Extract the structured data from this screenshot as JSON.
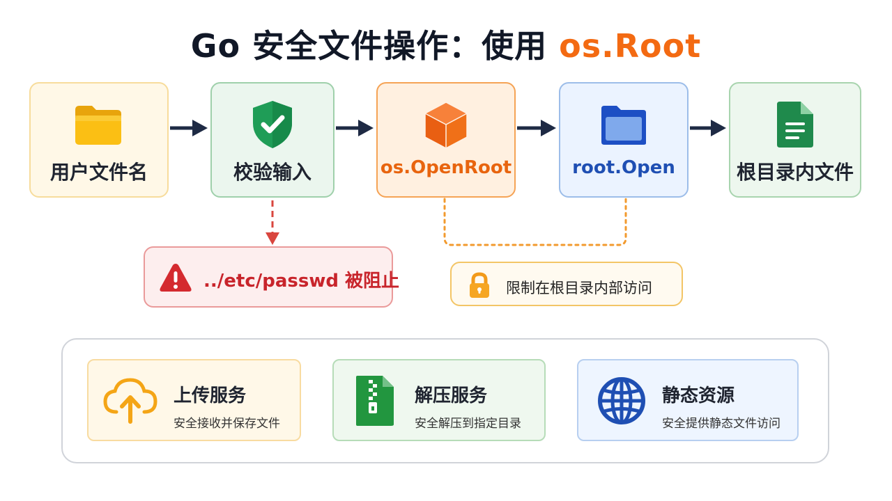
{
  "title": {
    "prefix": "Go 安全文件操作：使用 ",
    "accent": "os.Root"
  },
  "steps": [
    {
      "label": "用户文件名",
      "icon": "folder-icon"
    },
    {
      "label": "校验输入",
      "icon": "shield-check-icon"
    },
    {
      "label": "os.OpenRoot",
      "icon": "cube-icon"
    },
    {
      "label": "root.Open",
      "icon": "blue-folder-icon"
    },
    {
      "label": "根目录内文件",
      "icon": "document-icon"
    }
  ],
  "blocked": {
    "text": "../etc/passwd 被阻止",
    "icon": "warning-icon"
  },
  "restriction": {
    "text": "限制在根目录内部访问",
    "icon": "lock-icon"
  },
  "use_cases": [
    {
      "title": "上传服务",
      "subtitle": "安全接收并保存文件",
      "icon": "cloud-upload-icon"
    },
    {
      "title": "解压服务",
      "subtitle": "安全解压到指定目录",
      "icon": "zip-file-icon"
    },
    {
      "title": "静态资源",
      "subtitle": "安全提供静态文件访问",
      "icon": "globe-icon"
    }
  ],
  "colors": {
    "accent": "#f36a12",
    "blocked": "#c8242b",
    "root_open": "#1f4fb3",
    "arrow": "#1e2a44"
  }
}
